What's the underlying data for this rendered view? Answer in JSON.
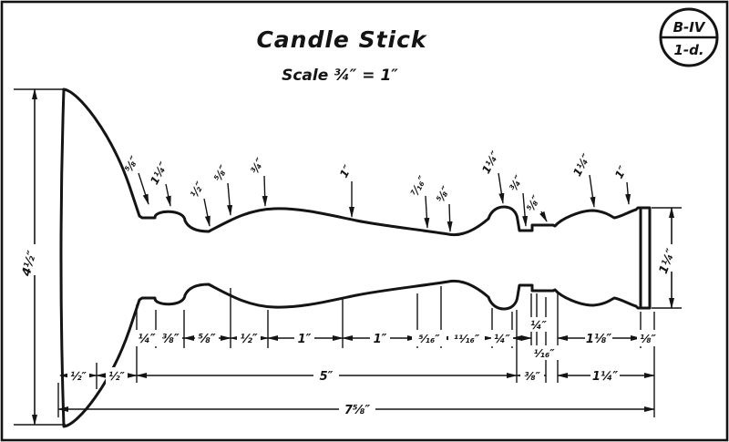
{
  "title": "Candle Stick",
  "scale_note": "Scale ¾″ = 1″",
  "badge": {
    "top": "B-IV",
    "bottom": "1-d."
  },
  "dims": {
    "base_diameter": "4½″",
    "cup_height": "1¼″",
    "overall_length": "7⅝″",
    "row1": [
      "¼″",
      "⅜″",
      "⅝″",
      "½″",
      "1″",
      "1″",
      "⁵⁄₁₆″",
      "¹¹⁄₁₆″",
      "¼″",
      "¼″",
      "¹⁄₁₆″",
      "1⅛″",
      "⅛″"
    ],
    "row2": [
      "½″",
      "½″",
      "5″",
      "⅜″",
      "1¼″"
    ]
  },
  "callouts": [
    "⅝″",
    "1¼″",
    "½″",
    "⅝″",
    "¾″",
    "1″",
    "⁷⁄₁₆″",
    "⅝″",
    "1¼″",
    "¾″",
    "⅝″",
    "1¼″",
    "1″"
  ]
}
